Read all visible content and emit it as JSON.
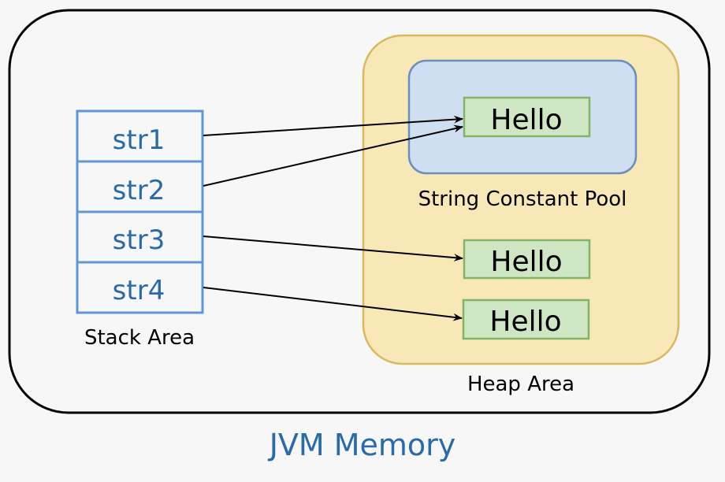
{
  "diagram": {
    "title": "JVM Memory",
    "stack": {
      "label": "Stack Area",
      "items": [
        "str1",
        "str2",
        "str3",
        "str4"
      ]
    },
    "heap": {
      "label": "Heap Area",
      "pool_label": "String Constant Pool",
      "pool_object": "Hello",
      "heap_objects": [
        "Hello",
        "Hello"
      ]
    },
    "references": [
      {
        "from": "str1",
        "to": "pool_object"
      },
      {
        "from": "str2",
        "to": "pool_object"
      },
      {
        "from": "str3",
        "to": "heap_object_1"
      },
      {
        "from": "str4",
        "to": "heap_object_2"
      }
    ],
    "colors": {
      "stack_border": "#5f97d6",
      "stack_text": "#2a6aa6",
      "heap_fill": "#f8e8b8",
      "heap_border": "#d9b85f",
      "pool_fill": "#cfdef0",
      "pool_border": "#6c8ebf",
      "object_fill": "#cfe6c4",
      "object_border": "#82b366"
    }
  }
}
